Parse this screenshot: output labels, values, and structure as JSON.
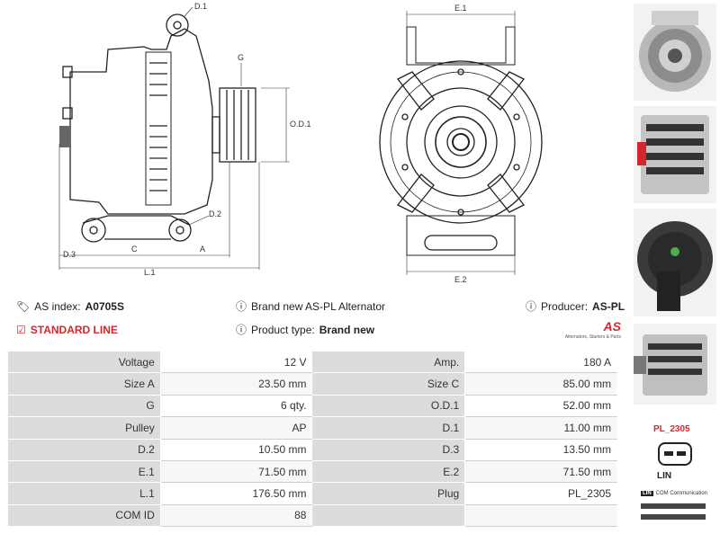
{
  "drawing_labels": {
    "d1": "D.1",
    "d2": "D.2",
    "d3": "D.3",
    "g": "G",
    "od1": "O.D.1",
    "c": "C",
    "a": "A",
    "l1": "L.1",
    "e1": "E.1",
    "e2": "E.2"
  },
  "info": {
    "as_index_label": "AS index:",
    "as_index_value": "A0705S",
    "standard_line": "STANDARD LINE",
    "description": "Brand new AS-PL Alternator",
    "product_type_label": "Product type:",
    "product_type_value": "Brand new",
    "producer_label": "Producer:",
    "producer_value": "AS-PL",
    "logo_text": "AS",
    "logo_tagline": "Alternators, Starters & Parts"
  },
  "specs": [
    {
      "k1": "Voltage",
      "v1": "12 V",
      "k2": "Amp.",
      "v2": "180 A"
    },
    {
      "k1": "Size A",
      "v1": "23.50 mm",
      "k2": "Size C",
      "v2": "85.00 mm"
    },
    {
      "k1": "G",
      "v1": "6 qty.",
      "k2": "O.D.1",
      "v2": "52.00 mm"
    },
    {
      "k1": "Pulley",
      "v1": "AP",
      "k2": "D.1",
      "v2": "11.00 mm"
    },
    {
      "k1": "D.2",
      "v1": "10.50 mm",
      "k2": "D.3",
      "v2": "13.50 mm"
    },
    {
      "k1": "E.1",
      "v1": "71.50 mm",
      "k2": "E.2",
      "v2": "71.50 mm"
    },
    {
      "k1": "L.1",
      "v1": "176.50 mm",
      "k2": "Plug",
      "v2": "PL_2305"
    },
    {
      "k1": "COM ID",
      "v1": "88",
      "k2": "",
      "v2": ""
    }
  ],
  "plug": {
    "code": "PL_2305",
    "pin": "LIN",
    "legend_key": "LIN",
    "legend_text": "COM Communication"
  },
  "colors": {
    "accent": "#d6262d",
    "table_key_bg": "#dcdcdc"
  }
}
